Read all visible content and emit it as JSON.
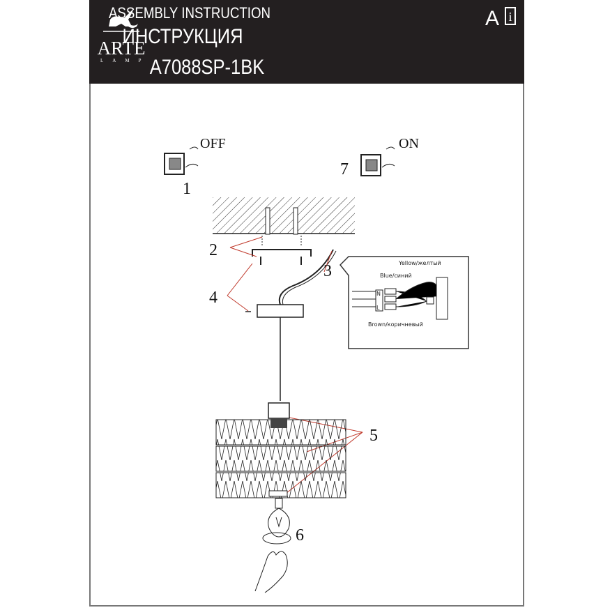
{
  "header": {
    "brand": "ARTE",
    "brand_sub": "LAMP",
    "title_en": "ASSEMBLY INSTRUCTION",
    "title_ru": "ИНСТРУКЦИЯ",
    "model": "A7088SP-1BK",
    "lang": "A",
    "info_icon": "i"
  },
  "steps": {
    "off_label": "OFF",
    "on_label": "ON",
    "n1": "1",
    "n2": "2",
    "n3": "3",
    "n4": "4",
    "n5": "5",
    "n6": "6",
    "n7": "7"
  },
  "wiring": {
    "yellow": "Yellow/желтый",
    "blue": "Blue/синий",
    "brown": "Brown/коричневый",
    "terminal_n": "N",
    "terminal_l": "L"
  },
  "colors": {
    "header_bg": "#231f20",
    "leader": "#c0392b"
  }
}
